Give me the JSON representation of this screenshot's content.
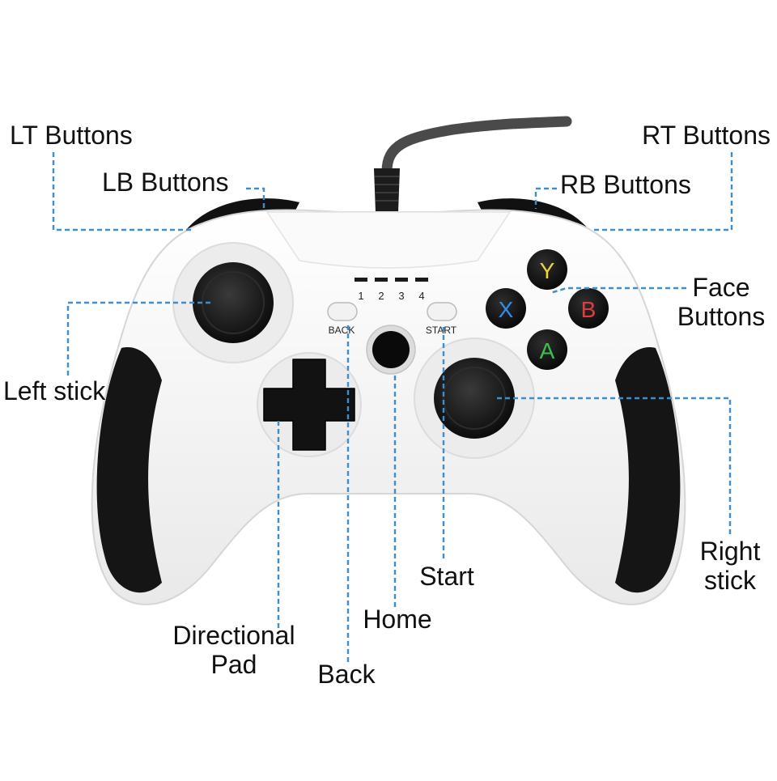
{
  "labels": {
    "lt": "LT Buttons",
    "lb": "LB Buttons",
    "rt": "RT Buttons",
    "rb": "RB Buttons",
    "face_1": "Face",
    "face_2": "Buttons",
    "left_stick": "Left stick",
    "right_stick_1": "Right",
    "right_stick_2": "stick",
    "dpad_1": "Directional",
    "dpad_2": "Pad",
    "back": "Back",
    "home": "Home",
    "start": "Start"
  },
  "controller": {
    "back_text": "BACK",
    "start_text": "START",
    "player_leds": [
      "1",
      "2",
      "3",
      "4"
    ],
    "face": {
      "y": "Y",
      "x": "X",
      "b": "B",
      "a": "A"
    }
  },
  "colors": {
    "leader_line": "#3a8fd0",
    "body": "#f4f4f4",
    "grip": "#141414",
    "button_y": "#f0d23a",
    "button_x": "#2f8fe6",
    "button_b": "#e23b3b",
    "button_a": "#3cc24a"
  }
}
